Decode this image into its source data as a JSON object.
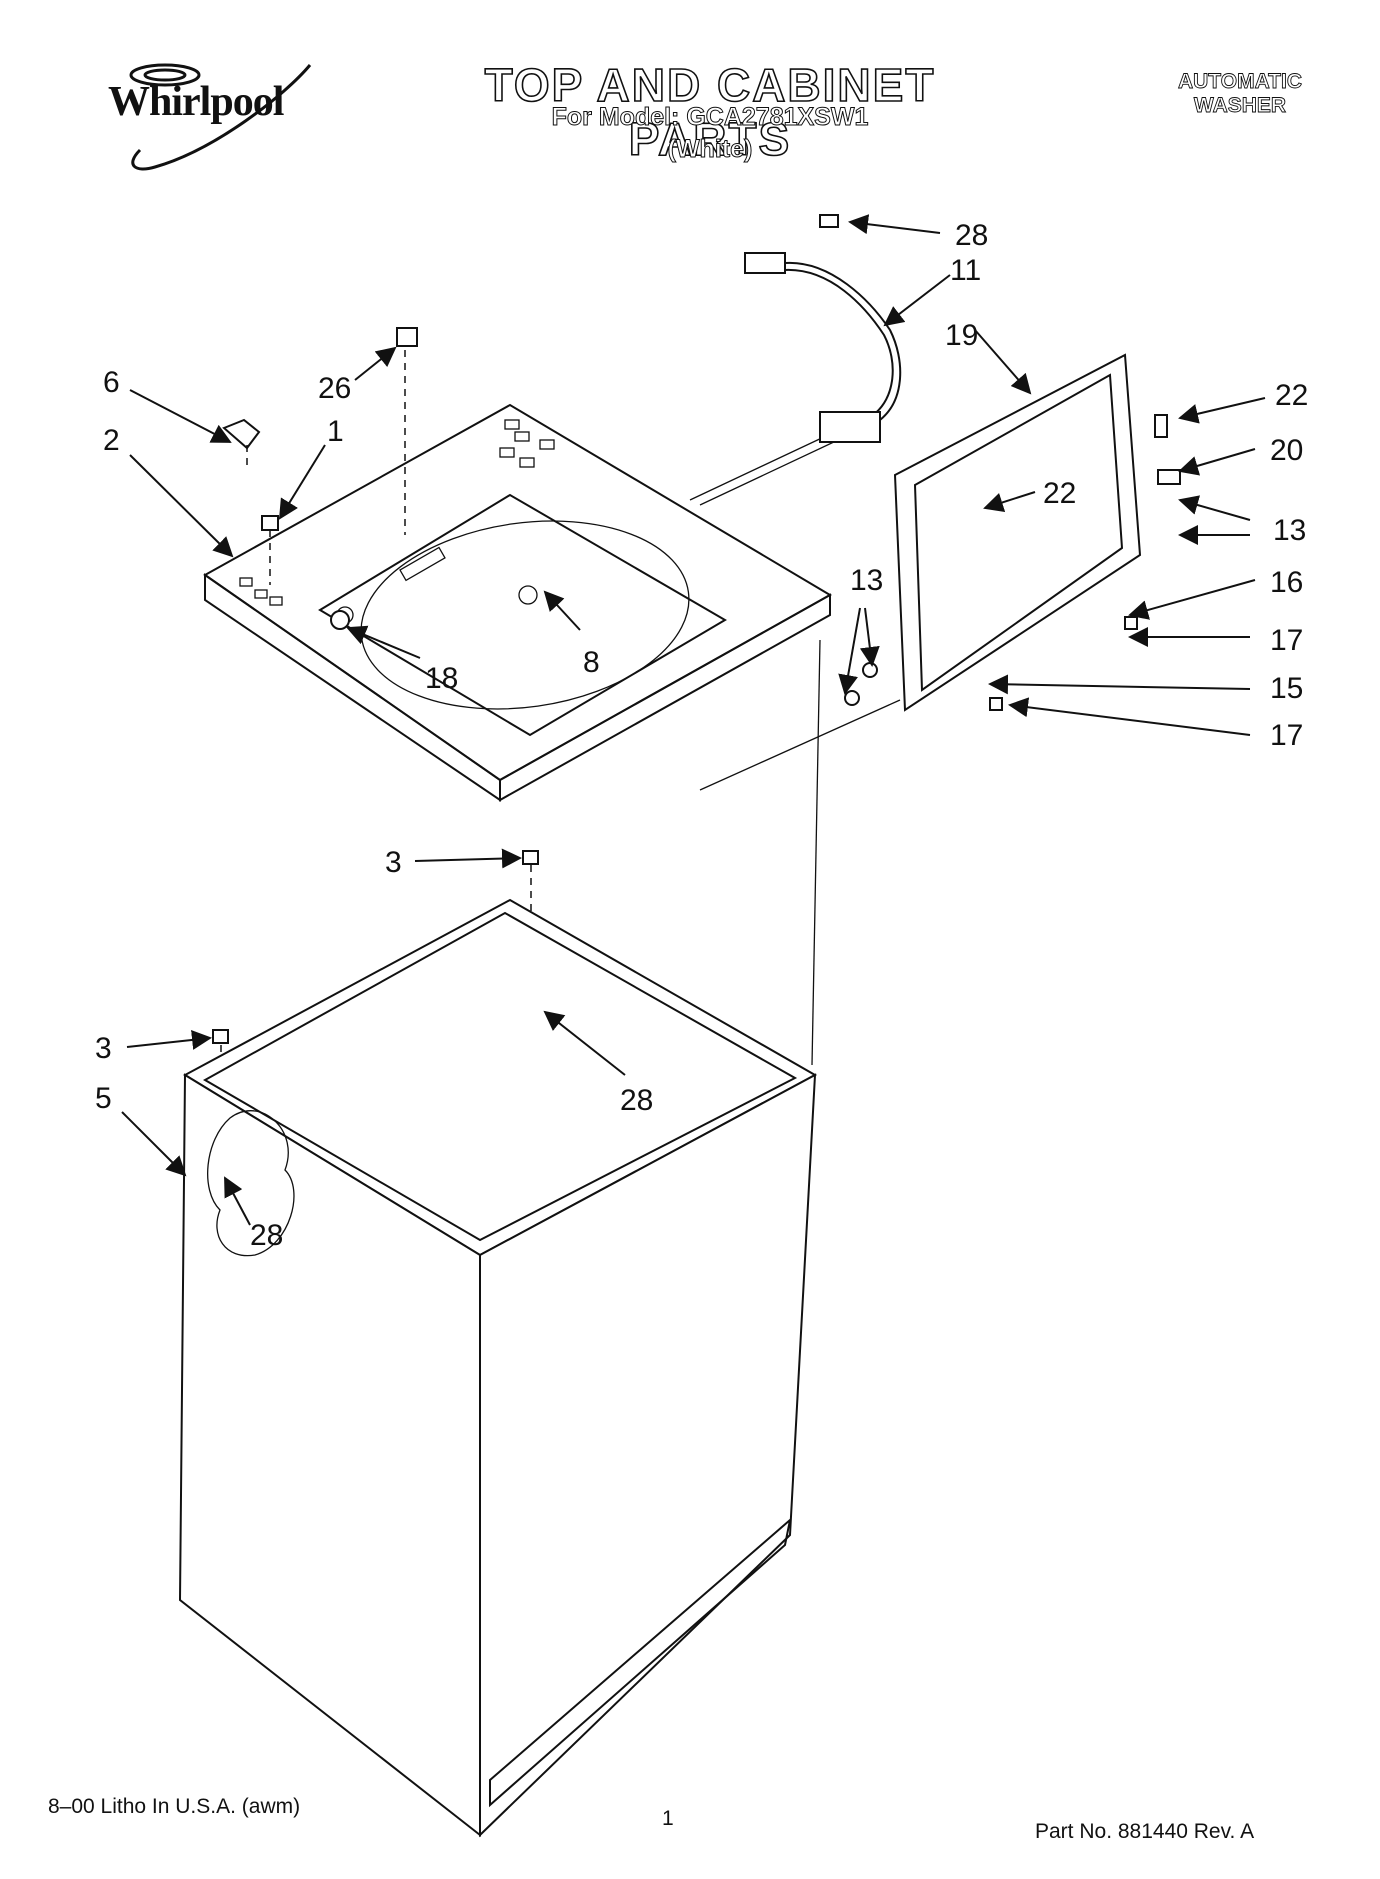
{
  "header": {
    "brand": "Whirlpool",
    "title": "TOP AND CABINET PARTS",
    "model_line": "For Model: GCA2781XSW1",
    "color": "(White)",
    "product_type_line1": "AUTOMATIC",
    "product_type_line2": "WASHER"
  },
  "callouts": [
    "28",
    "11",
    "19",
    "22",
    "20",
    "22",
    "13",
    "16",
    "17",
    "15",
    "17",
    "13",
    "6",
    "26",
    "1",
    "2",
    "18",
    "8",
    "3",
    "3",
    "5",
    "28",
    "28"
  ],
  "footer": {
    "litho": "8–00 Litho In U.S.A. (awm)",
    "page": "1",
    "part_no": "Part No. 881440 Rev. A"
  }
}
